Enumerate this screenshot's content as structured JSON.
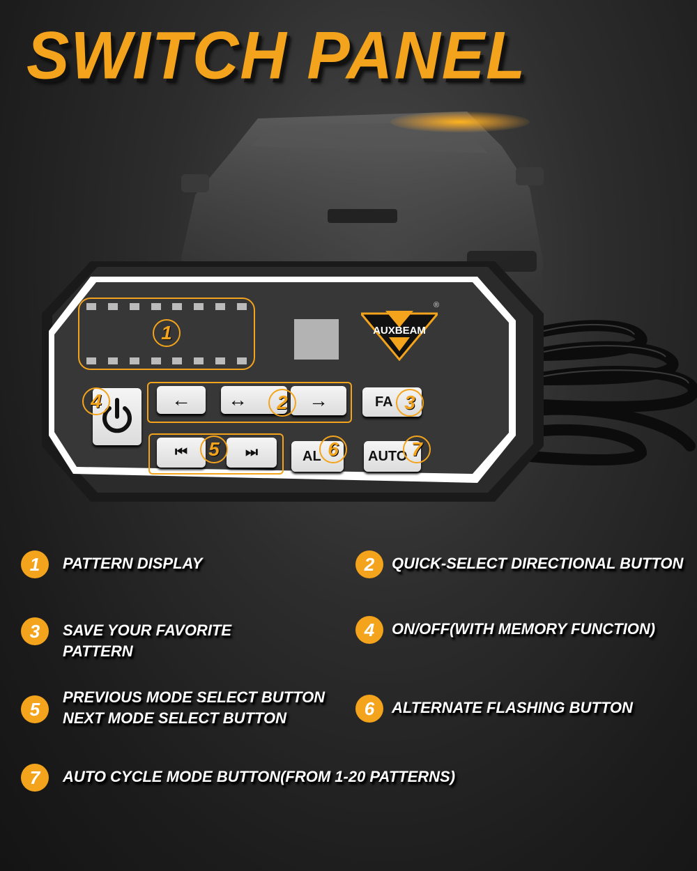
{
  "title": "SWITCH PANEL",
  "brand": {
    "logo_text": "AUXBEAM",
    "registered_mark": "®"
  },
  "colors": {
    "accent": "#f3a41c",
    "background": "#1e1e1e",
    "button": "#eeeeee",
    "text": "#ffffff"
  },
  "panel": {
    "callouts": [
      "1",
      "2",
      "3",
      "4",
      "5",
      "6",
      "7"
    ],
    "buttons": {
      "power": {
        "icon": "power-icon"
      },
      "left": {
        "icon": "arrow-left-icon"
      },
      "both": {
        "icon": "arrow-left-right-icon"
      },
      "right": {
        "icon": "arrow-right-icon"
      },
      "fav": {
        "label": "FA"
      },
      "prev": {
        "icon": "skip-previous-icon"
      },
      "next": {
        "icon": "skip-next-icon"
      },
      "alt": {
        "label": "AL"
      },
      "auto": {
        "label": "AUTO"
      }
    }
  },
  "legend": [
    {
      "num": "1",
      "text": "PATTERN DISPLAY"
    },
    {
      "num": "2",
      "text": "QUICK-SELECT DIRECTIONAL BUTTON"
    },
    {
      "num": "3",
      "text": "SAVE YOUR FAVORITE\nPATTERN"
    },
    {
      "num": "4",
      "text": "ON/OFF(WITH MEMORY FUNCTION)"
    },
    {
      "num": "5",
      "text": "PREVIOUS MODE SELECT BUTTON\nNEXT MODE SELECT BUTTON"
    },
    {
      "num": "6",
      "text": "ALTERNATE FLASHING BUTTON"
    },
    {
      "num": "7",
      "text": "AUTO CYCLE MODE BUTTON(FROM 1-20 PATTERNS)"
    }
  ]
}
